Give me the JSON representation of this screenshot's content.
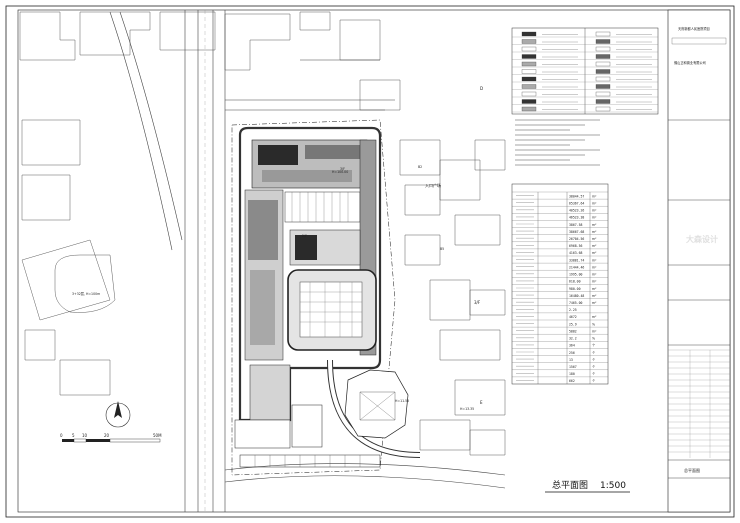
{
  "drawing": {
    "title": "总平面图",
    "scale": "1:500",
    "scale_bar_labels": [
      "0",
      "5",
      "10",
      "20",
      "50M"
    ]
  },
  "site_labels": {
    "label_3f": "3/F",
    "plaza": "入口广场",
    "b2": "B2",
    "b5": "B5",
    "label_2f": "2/F",
    "building_3f": "3/F",
    "building_d": "D",
    "building_e": "E",
    "tower": "3+32层, H=100m",
    "h_mid": "H=11.55",
    "h_bottom": "H=13.35",
    "h_left": "H=100.00"
  },
  "title_block": {
    "project": "天府新都人民医院项目",
    "company": "佛山正和置业有限公司",
    "logo_text": "大森设计",
    "sheet_name": "总平面图"
  },
  "tech_table": {
    "rows": [
      {
        "value": "38044.57",
        "unit": "m²"
      },
      {
        "value": "65367.64",
        "unit": "m²"
      },
      {
        "value": "40523.26",
        "unit": "m²"
      },
      {
        "value": "46523.38",
        "unit": "m²"
      },
      {
        "value": "3867.58",
        "unit": "m²"
      },
      {
        "value": "38667.68",
        "unit": "m²"
      },
      {
        "value": "26704.56",
        "unit": "m²"
      },
      {
        "value": "6968.56",
        "unit": "m²"
      },
      {
        "value": "4163.68",
        "unit": "m²"
      },
      {
        "value": "33881.74",
        "unit": "m²"
      },
      {
        "value": "21444.46",
        "unit": "m²"
      },
      {
        "value": "1995.00",
        "unit": "m²"
      },
      {
        "value": "618.00",
        "unit": "m²"
      },
      {
        "value": "980.00",
        "unit": "m²"
      },
      {
        "value": "16480.48",
        "unit": "m²"
      },
      {
        "value": "7465.00",
        "unit": "m²"
      },
      {
        "value": "2.25",
        "unit": ""
      },
      {
        "value": "4672",
        "unit": "m²"
      },
      {
        "value": "25.9",
        "unit": "%"
      },
      {
        "value": "5882",
        "unit": "m²"
      },
      {
        "value": "32.2",
        "unit": "%"
      },
      {
        "value": "364",
        "unit": "个"
      },
      {
        "value": "256",
        "unit": "个"
      },
      {
        "value": "13",
        "unit": "个"
      },
      {
        "value": "1567",
        "unit": "个"
      },
      {
        "value": "180",
        "unit": "个"
      },
      {
        "value": "662",
        "unit": "个"
      }
    ]
  }
}
